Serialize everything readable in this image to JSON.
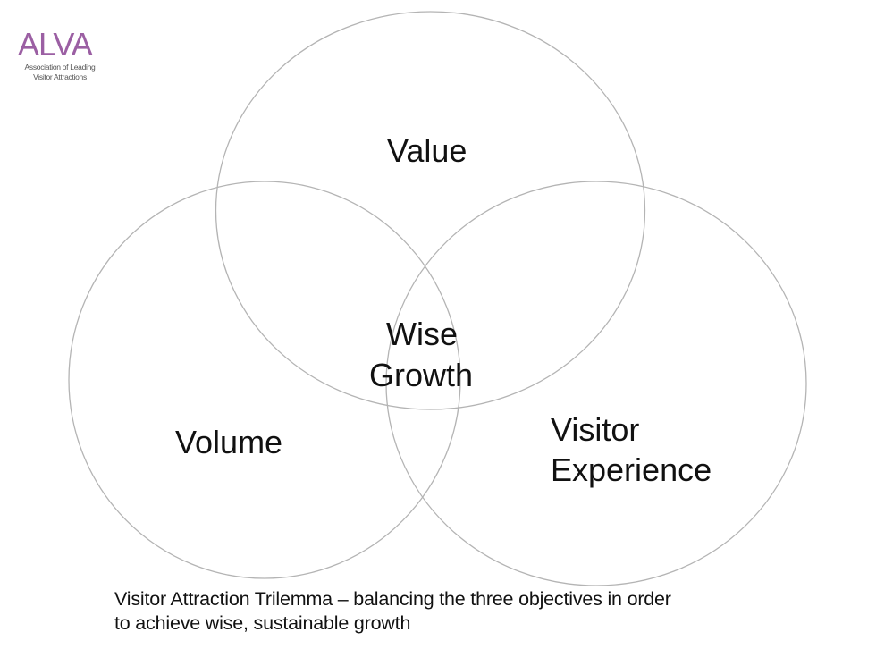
{
  "logo": {
    "mark": "ALVA",
    "subtitle_line1": "Association of Leading",
    "subtitle_line2": "Visitor Attractions",
    "color": "#9b5fa3"
  },
  "diagram": {
    "type": "venn",
    "stroke_color": "#b4b4b4",
    "sets": [
      {
        "id": "value",
        "label_lines": [
          "Value"
        ]
      },
      {
        "id": "volume",
        "label_lines": [
          "Volume"
        ]
      },
      {
        "id": "visitor-experience",
        "label_lines": [
          "Visitor",
          "Experience"
        ]
      }
    ],
    "intersection": {
      "label_lines": [
        "Wise",
        "Growth"
      ]
    }
  },
  "caption": {
    "line1": "Visitor Attraction Trilemma – balancing the three objectives in order",
    "line2": "to achieve wise, sustainable growth"
  }
}
